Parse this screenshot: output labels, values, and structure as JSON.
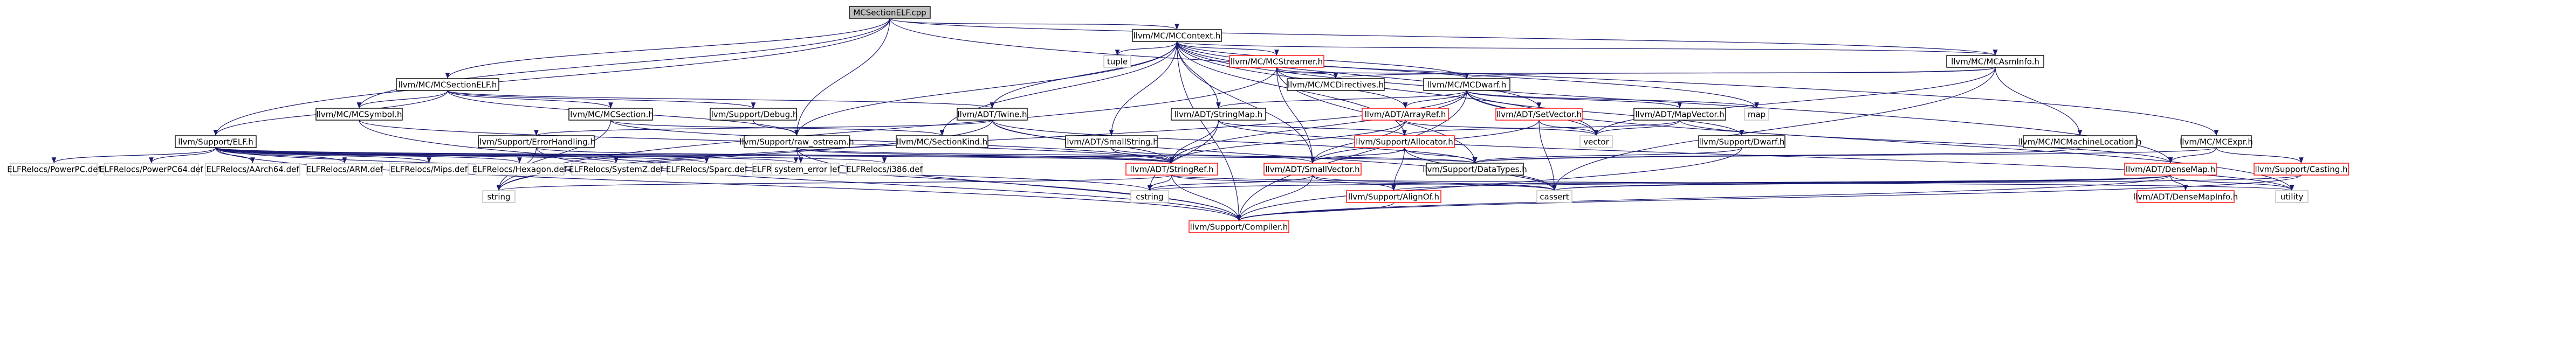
{
  "colors": {
    "edge": "#191970",
    "node_border_default": "#000000",
    "node_border_incomplete": "#ff0000",
    "node_border_external": "#bfbfbf",
    "node_fill": "#ffffff",
    "root_fill": "#bfbfbf",
    "text": "#000000"
  },
  "nodes": [
    {
      "id": "root",
      "label": "MCSectionELF.cpp",
      "kind": "root"
    },
    {
      "id": "mccontext",
      "label": "llvm/MC/MCContext.h",
      "kind": "normal"
    },
    {
      "id": "tuple",
      "label": "tuple",
      "kind": "external"
    },
    {
      "id": "mcstreamer",
      "label": "llvm/MC/MCStreamer.h",
      "kind": "incomplete"
    },
    {
      "id": "mcasminfo",
      "label": "llvm/MC/MCAsmInfo.h",
      "kind": "normal"
    },
    {
      "id": "mcsectionelf",
      "label": "llvm/MC/MCSectionELF.h",
      "kind": "normal"
    },
    {
      "id": "mcdirectives",
      "label": "llvm/MC/MCDirectives.h",
      "kind": "normal"
    },
    {
      "id": "mcdwarf",
      "label": "llvm/MC/MCDwarf.h",
      "kind": "normal"
    },
    {
      "id": "mcsymbol",
      "label": "llvm/MC/MCSymbol.h",
      "kind": "normal"
    },
    {
      "id": "mcsection",
      "label": "llvm/MC/MCSection.h",
      "kind": "normal"
    },
    {
      "id": "debug",
      "label": "llvm/Support/Debug.h",
      "kind": "normal"
    },
    {
      "id": "twine",
      "label": "llvm/ADT/Twine.h",
      "kind": "normal"
    },
    {
      "id": "stringmap",
      "label": "llvm/ADT/StringMap.h",
      "kind": "normal"
    },
    {
      "id": "arrayref",
      "label": "llvm/ADT/ArrayRef.h",
      "kind": "incomplete"
    },
    {
      "id": "setvector",
      "label": "llvm/ADT/SetVector.h",
      "kind": "incomplete"
    },
    {
      "id": "mapvector",
      "label": "llvm/ADT/MapVector.h",
      "kind": "normal"
    },
    {
      "id": "map",
      "label": "map",
      "kind": "external"
    },
    {
      "id": "elf",
      "label": "llvm/Support/ELF.h",
      "kind": "normal"
    },
    {
      "id": "errorhandling",
      "label": "llvm/Support/ErrorHandling.h",
      "kind": "normal"
    },
    {
      "id": "rawostream",
      "label": "llvm/Support/raw_ostream.h",
      "kind": "normal"
    },
    {
      "id": "mcsectionkind",
      "label": "llvm/MC/SectionKind.h",
      "kind": "normal"
    },
    {
      "id": "smallstring",
      "label": "llvm/ADT/SmallString.h",
      "kind": "normal"
    },
    {
      "id": "allocator",
      "label": "llvm/Support/Allocator.h",
      "kind": "incomplete"
    },
    {
      "id": "vector",
      "label": "vector",
      "kind": "external"
    },
    {
      "id": "supportdwarf",
      "label": "llvm/Support/Dwarf.h",
      "kind": "normal"
    },
    {
      "id": "mcmachineloc",
      "label": "llvm/MC/MCMachineLocation.h",
      "kind": "normal"
    },
    {
      "id": "mcexpr",
      "label": "llvm/MC/MCExpr.h",
      "kind": "normal"
    },
    {
      "id": "elfppc",
      "label": "ELFRelocs/PowerPC.def",
      "kind": "external"
    },
    {
      "id": "elfppc64",
      "label": "ELFRelocs/PowerPC64.def",
      "kind": "external"
    },
    {
      "id": "elfaarch64",
      "label": "ELFRelocs/AArch64.def",
      "kind": "external"
    },
    {
      "id": "elfarm",
      "label": "ELFRelocs/ARM.def",
      "kind": "external"
    },
    {
      "id": "elfmips",
      "label": "ELFRelocs/Mips.def",
      "kind": "external"
    },
    {
      "id": "elfhexagon",
      "label": "ELFRelocs/Hexagon.def",
      "kind": "external"
    },
    {
      "id": "elfsystemz",
      "label": "ELFRelocs/SystemZ.def",
      "kind": "external"
    },
    {
      "id": "elfsparc",
      "label": "ELFRelocs/Sparc.def",
      "kind": "external"
    },
    {
      "id": "elfx8664",
      "label": "ELFRelocs/x86_64.def",
      "kind": "external"
    },
    {
      "id": "elfi386",
      "label": "ELFRelocs/i386.def",
      "kind": "external"
    },
    {
      "id": "systemerror",
      "label": "system_error",
      "kind": "external"
    },
    {
      "id": "stringref",
      "label": "llvm/ADT/StringRef.h",
      "kind": "incomplete"
    },
    {
      "id": "smallvector",
      "label": "llvm/ADT/SmallVector.h",
      "kind": "incomplete"
    },
    {
      "id": "datatypes",
      "label": "llvm/Support/DataTypes.h",
      "kind": "normal"
    },
    {
      "id": "densemap",
      "label": "llvm/ADT/DenseMap.h",
      "kind": "incomplete"
    },
    {
      "id": "casting",
      "label": "llvm/Support/Casting.h",
      "kind": "incomplete"
    },
    {
      "id": "string",
      "label": "string",
      "kind": "external"
    },
    {
      "id": "cstring",
      "label": "cstring",
      "kind": "external"
    },
    {
      "id": "cassert",
      "label": "cassert",
      "kind": "external"
    },
    {
      "id": "utility",
      "label": "utility",
      "kind": "external"
    },
    {
      "id": "alignof",
      "label": "llvm/Support/AlignOf.h",
      "kind": "incomplete"
    },
    {
      "id": "densemapinfo",
      "label": "llvm/ADT/DenseMapInfo.h",
      "kind": "incomplete"
    },
    {
      "id": "compiler",
      "label": "llvm/Support/Compiler.h",
      "kind": "incomplete"
    }
  ],
  "edges": [
    [
      "root",
      "mccontext"
    ],
    [
      "root",
      "mcsectionelf"
    ],
    [
      "root",
      "mcasminfo"
    ],
    [
      "root",
      "mcsymbol"
    ],
    [
      "root",
      "elf"
    ],
    [
      "root",
      "rawostream"
    ],
    [
      "root",
      "mcexpr"
    ],
    [
      "mccontext",
      "tuple"
    ],
    [
      "mccontext",
      "mcstreamer"
    ],
    [
      "mccontext",
      "mcasminfo"
    ],
    [
      "mccontext",
      "mcdwarf"
    ],
    [
      "mccontext",
      "stringmap"
    ],
    [
      "mccontext",
      "setvector"
    ],
    [
      "mccontext",
      "map"
    ],
    [
      "mccontext",
      "twine"
    ],
    [
      "mccontext",
      "rawostream"
    ],
    [
      "mccontext",
      "mcsectionkind"
    ],
    [
      "mccontext",
      "smallstring"
    ],
    [
      "mccontext",
      "allocator"
    ],
    [
      "mccontext",
      "vector"
    ],
    [
      "mccontext",
      "densemap"
    ],
    [
      "mccontext",
      "smallvector"
    ],
    [
      "mccontext",
      "compiler"
    ],
    [
      "mcstreamer",
      "mcdirectives"
    ],
    [
      "mcstreamer",
      "mcdwarf"
    ],
    [
      "mcstreamer",
      "arrayref"
    ],
    [
      "mcstreamer",
      "datatypes"
    ],
    [
      "mcstreamer",
      "smallvector"
    ],
    [
      "mcstreamer",
      "string"
    ],
    [
      "mcasminfo",
      "mcdirectives"
    ],
    [
      "mcasminfo",
      "mcdwarf"
    ],
    [
      "mcasminfo",
      "mcmachineloc"
    ],
    [
      "mcasminfo",
      "vector"
    ],
    [
      "mcasminfo",
      "cassert"
    ],
    [
      "mcsectionelf",
      "mcsection"
    ],
    [
      "mcsectionelf",
      "mcsymbol"
    ],
    [
      "mcsectionelf",
      "debug"
    ],
    [
      "mcsectionelf",
      "twine"
    ],
    [
      "mcsectionelf",
      "elf"
    ],
    [
      "mcsectionelf",
      "rawostream"
    ],
    [
      "mcdwarf",
      "stringmap"
    ],
    [
      "mcdwarf",
      "arrayref"
    ],
    [
      "mcdwarf",
      "mapvector"
    ],
    [
      "mcdwarf",
      "map"
    ],
    [
      "mcdwarf",
      "vector"
    ],
    [
      "mcdwarf",
      "supportdwarf"
    ],
    [
      "mcdwarf",
      "stringref"
    ],
    [
      "mcdwarf",
      "string"
    ],
    [
      "mcdwarf",
      "compiler"
    ],
    [
      "mcdwarf",
      "utility"
    ],
    [
      "mcsymbol",
      "stringref"
    ],
    [
      "mcsymbol",
      "compiler"
    ],
    [
      "mcsection",
      "mcsectionkind"
    ],
    [
      "mcsection",
      "stringref"
    ],
    [
      "mcsection",
      "string"
    ],
    [
      "debug",
      "rawostream"
    ],
    [
      "twine",
      "stringref"
    ],
    [
      "twine",
      "datatypes"
    ],
    [
      "twine",
      "errorhandling"
    ],
    [
      "twine",
      "string"
    ],
    [
      "twine",
      "cassert"
    ],
    [
      "stringmap",
      "allocator"
    ],
    [
      "stringmap",
      "stringref"
    ],
    [
      "stringmap",
      "cstring"
    ],
    [
      "stringmap",
      "utility"
    ],
    [
      "arrayref",
      "smallvector"
    ],
    [
      "arrayref",
      "vector"
    ],
    [
      "arrayref",
      "stringref"
    ],
    [
      "setvector",
      "smallvector"
    ],
    [
      "setvector",
      "vector"
    ],
    [
      "setvector",
      "cassert"
    ],
    [
      "mapvector",
      "densemap"
    ],
    [
      "mapvector",
      "vector"
    ],
    [
      "mapvector",
      "allocator"
    ],
    [
      "elf",
      "elfppc"
    ],
    [
      "elf",
      "elfppc64"
    ],
    [
      "elf",
      "elfaarch64"
    ],
    [
      "elf",
      "elfarm"
    ],
    [
      "elf",
      "elfmips"
    ],
    [
      "elf",
      "elfhexagon"
    ],
    [
      "elf",
      "elfsystemz"
    ],
    [
      "elf",
      "elfsparc"
    ],
    [
      "elf",
      "elfx8664"
    ],
    [
      "elf",
      "elfi386"
    ],
    [
      "elf",
      "datatypes"
    ],
    [
      "elf",
      "stringref"
    ],
    [
      "elf",
      "cstring"
    ],
    [
      "elf",
      "compiler"
    ],
    [
      "errorhandling",
      "stringref"
    ],
    [
      "errorhandling",
      "compiler"
    ],
    [
      "errorhandling",
      "string"
    ],
    [
      "rawostream",
      "stringref"
    ],
    [
      "rawostream",
      "datatypes"
    ],
    [
      "rawostream",
      "systemerror"
    ],
    [
      "rawostream",
      "compiler"
    ],
    [
      "smallstring",
      "smallvector"
    ],
    [
      "smallstring",
      "stringref"
    ],
    [
      "allocator",
      "smallvector"
    ],
    [
      "allocator",
      "alignof"
    ],
    [
      "allocator",
      "datatypes"
    ],
    [
      "allocator",
      "cassert"
    ],
    [
      "supportdwarf",
      "datatypes"
    ],
    [
      "supportdwarf",
      "compiler"
    ],
    [
      "mcmachineloc",
      "datatypes"
    ],
    [
      "mcexpr",
      "casting"
    ],
    [
      "mcexpr",
      "datatypes"
    ],
    [
      "mcexpr",
      "densemap"
    ],
    [
      "stringref",
      "string"
    ],
    [
      "stringref",
      "cstring"
    ],
    [
      "stringref",
      "cassert"
    ],
    [
      "stringref",
      "utility"
    ],
    [
      "stringref",
      "compiler"
    ],
    [
      "smallvector",
      "alignof"
    ],
    [
      "smallvector",
      "compiler"
    ],
    [
      "smallvector",
      "cassert"
    ],
    [
      "smallvector",
      "cstring"
    ],
    [
      "densemap",
      "densemapinfo"
    ],
    [
      "densemap",
      "alignof"
    ],
    [
      "densemap",
      "compiler"
    ],
    [
      "densemap",
      "cassert"
    ],
    [
      "densemap",
      "utility"
    ],
    [
      "densemap",
      "cstring"
    ],
    [
      "casting",
      "compiler"
    ],
    [
      "casting",
      "cassert"
    ],
    [
      "alignof",
      "compiler"
    ]
  ]
}
